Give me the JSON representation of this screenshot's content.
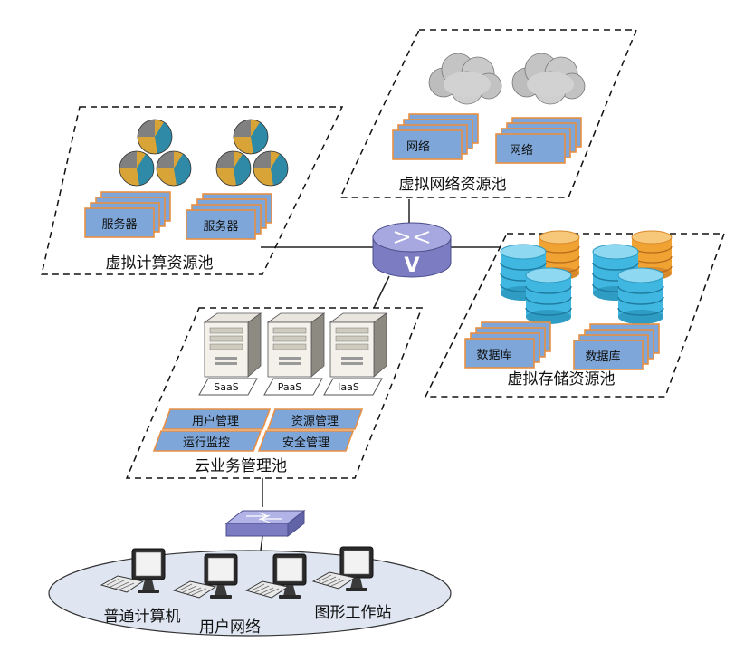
{
  "pools": {
    "compute": {
      "title": "虚拟计算资源池",
      "card_label": "服务器"
    },
    "network": {
      "title": "虚拟网络资源池",
      "card_label": "网络"
    },
    "storage": {
      "title": "虚拟存储资源池",
      "card_label": "数据库"
    },
    "cloud_business": {
      "title": "云业务管理池",
      "servers": [
        "SaaS",
        "PaaS",
        "IaaS"
      ],
      "modules": [
        "用户管理",
        "资源管理",
        "运行监控",
        "安全管理"
      ]
    }
  },
  "user_network": {
    "title": "用户网络",
    "left_label": "普通计算机",
    "right_label": "图形工作站"
  },
  "router": {
    "symbol": "V"
  },
  "colors": {
    "card_fill": "#7ea6d8",
    "card_border": "#e98f43",
    "ellipse_fill": "#dfe6f2",
    "router_fill": "#8e8fcf",
    "db_blue": "#3fb7e1",
    "db_orange": "#f0a332",
    "sphere_gold": "#d9a437",
    "sphere_teal": "#2e8aa6",
    "sphere_grey": "#808080"
  },
  "icons": [
    "cloud-icon",
    "sphere-icon",
    "database-icon",
    "router-icon",
    "switch-icon",
    "tower-server-icon",
    "monitor-icon",
    "keyboard-icon"
  ]
}
